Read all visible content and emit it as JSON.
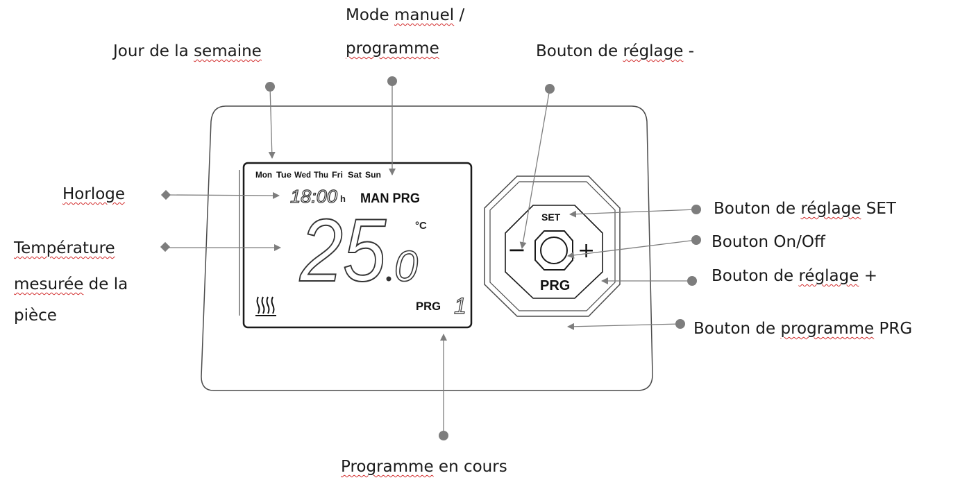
{
  "labels": {
    "jour": {
      "pre": "Jour de la ",
      "sq": "semaine",
      "post": ""
    },
    "mode_line1": {
      "pre": "Mode ",
      "sq": "manuel",
      "post": " /"
    },
    "mode_line2": {
      "pre": "",
      "sq": "programme",
      "post": ""
    },
    "reglage_minus": {
      "pre": "Bouton de ",
      "sq": "réglage",
      "post": " -"
    },
    "horloge": {
      "pre": "",
      "sq": "Horloge",
      "post": ""
    },
    "temp_line1": {
      "pre": "",
      "sq": "Température",
      "post": ""
    },
    "temp_line2": {
      "pre": "",
      "sq": "mesurée",
      "post": " de la"
    },
    "temp_line3": {
      "pre": "pièce",
      "sq": "",
      "post": ""
    },
    "set": {
      "pre": "Bouton de ",
      "sq": "réglage",
      "post": " SET"
    },
    "onoff": {
      "pre": "Bouton On/Off",
      "sq": "",
      "post": ""
    },
    "reglage_plus": {
      "pre": "Bouton de ",
      "sq": "réglage",
      "post": " +"
    },
    "prg_button": {
      "pre": "Bouton de ",
      "sq": "programme",
      "post": " PRG"
    },
    "programme_en_cours": {
      "pre": "",
      "sq": "Programme",
      "post": " en cours"
    }
  },
  "lcd": {
    "days": [
      "Mon",
      "Tue",
      "Wed",
      "Thu",
      "Fri",
      "Sat",
      "Sun"
    ],
    "time": "18:00",
    "time_unit": "h",
    "mode": "MAN PRG",
    "temperature_int": "25",
    "temperature_dec": "0",
    "unit": "°C",
    "prg_label": "PRG",
    "prg_number": "1"
  },
  "keypad": {
    "set": "SET",
    "minus": "−",
    "plus": "+",
    "prg": "PRG"
  },
  "colors": {
    "outline": "#4a4a4a",
    "callout": "#7d7d7d",
    "squiggle": "#d22b2b"
  }
}
